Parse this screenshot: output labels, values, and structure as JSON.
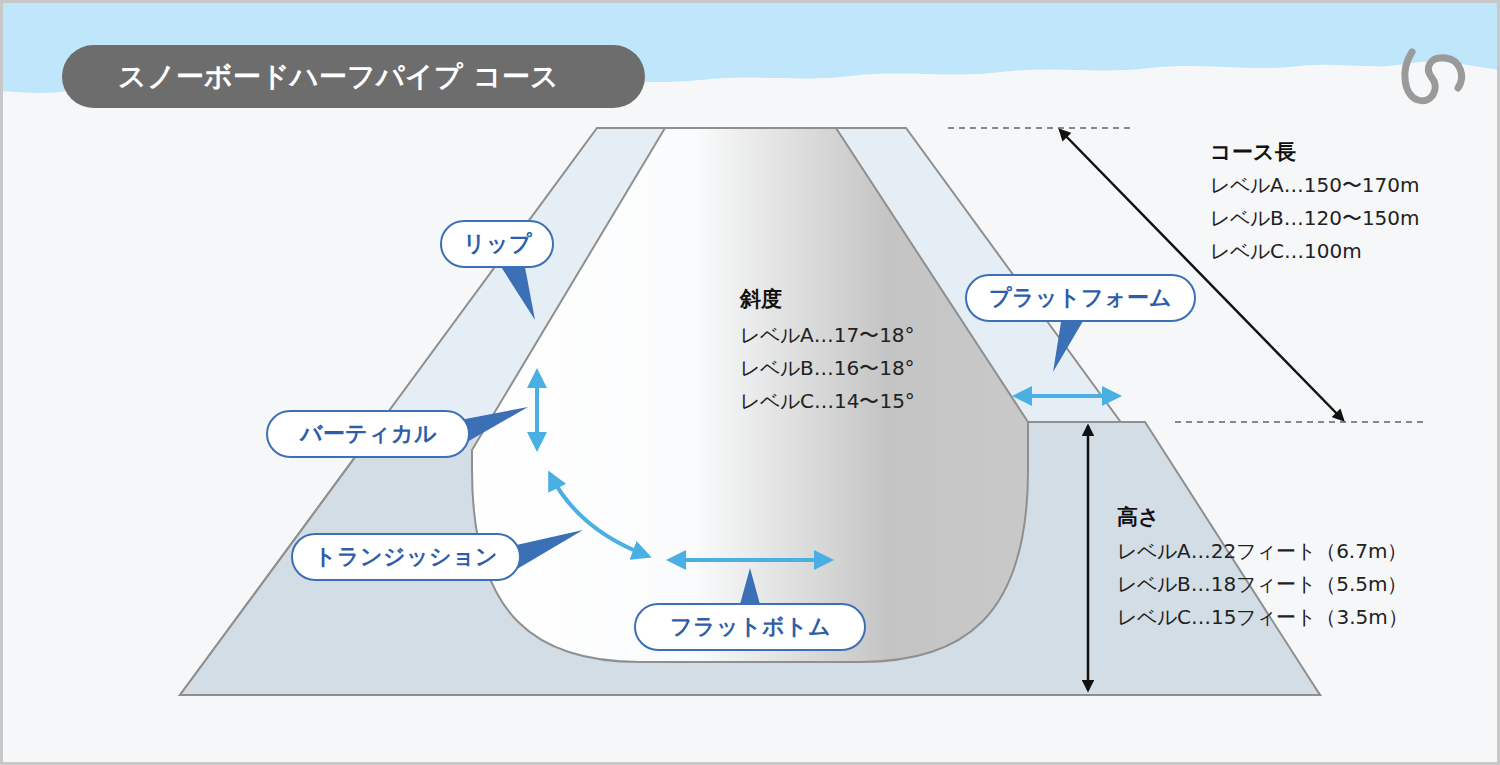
{
  "diagram": {
    "title": "スノーボードハーフパイプ コース",
    "nodes": [
      {
        "text": [
          "リップ"
        ]
      },
      {
        "text": [
          "プラットフォーム"
        ]
      },
      {
        "text": [
          "バーティカル"
        ]
      },
      {
        "text": [
          "トランジッション"
        ]
      },
      {
        "text": [
          "フラットボトム"
        ]
      }
    ],
    "labels": [
      "斜度",
      "レベルA…17〜18°",
      "レベルB…16〜18°",
      "レベルC…14〜15°",
      "コース長",
      "レベルA…150〜170m",
      "レベルB…120〜150m",
      "レベルC…100m",
      "高さ",
      "レベルA…22フィート（6.7m）",
      "レベルB…18フィート（5.5m）",
      "レベルC…15フィート（3.5m）"
    ]
  }
}
